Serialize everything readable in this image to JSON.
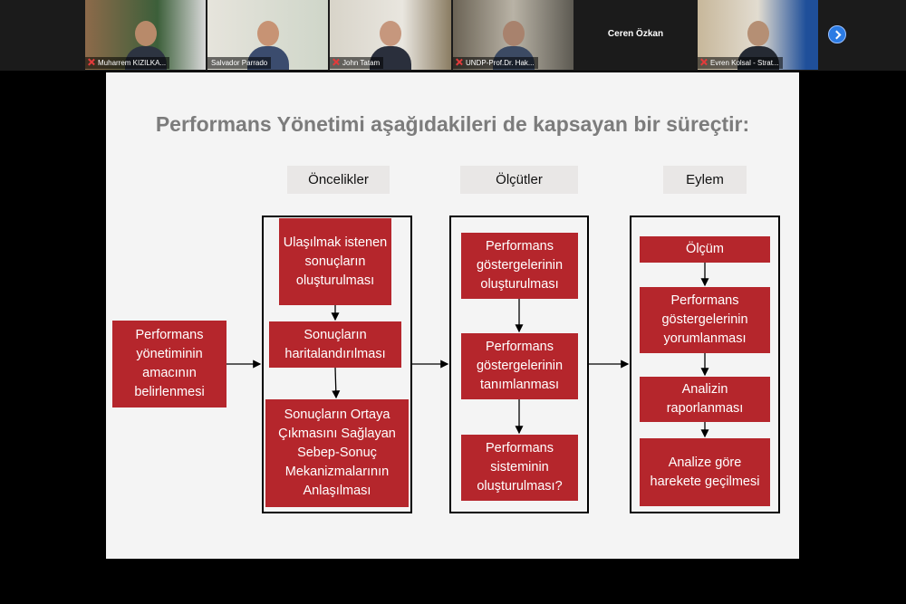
{
  "participants": [
    {
      "name": "Muharrem KIZILKA...",
      "muted": true
    },
    {
      "name": "Salvador Parrado",
      "muted": false
    },
    {
      "name": "John Tatam",
      "muted": true
    },
    {
      "name": "UNDP-Prof.Dr. Hak...",
      "muted": true
    },
    {
      "name": "Ceren Özkan",
      "muted": false,
      "video": false
    },
    {
      "name": "Evren Kolsal - Strat...",
      "muted": true
    }
  ],
  "slide": {
    "title": "Performans Yönetimi aşağıdakileri de kapsayan bir süreçtir:",
    "start_box": "Performans yönetiminin amacının belirlenmesi",
    "columns": [
      {
        "header": "Öncelikler",
        "boxes": [
          "Ulaşılmak istenen sonuçların oluşturulması",
          "Sonuçların haritalandırılması",
          "Sonuçların Ortaya Çıkmasını Sağlayan Sebep-Sonuç Mekanizmalarının Anlaşılması"
        ]
      },
      {
        "header": "Ölçütler",
        "boxes": [
          "Performans göstergelerinin oluşturulması",
          "Performans göstergelerinin tanımlanması",
          "Performans sisteminin oluşturulması?"
        ]
      },
      {
        "header": "Eylem",
        "boxes": [
          "Ölçüm",
          "Performans göstergelerinin yorumlanması",
          "Analizin raporlanması",
          "Analize göre harekete geçilmesi"
        ]
      }
    ]
  }
}
